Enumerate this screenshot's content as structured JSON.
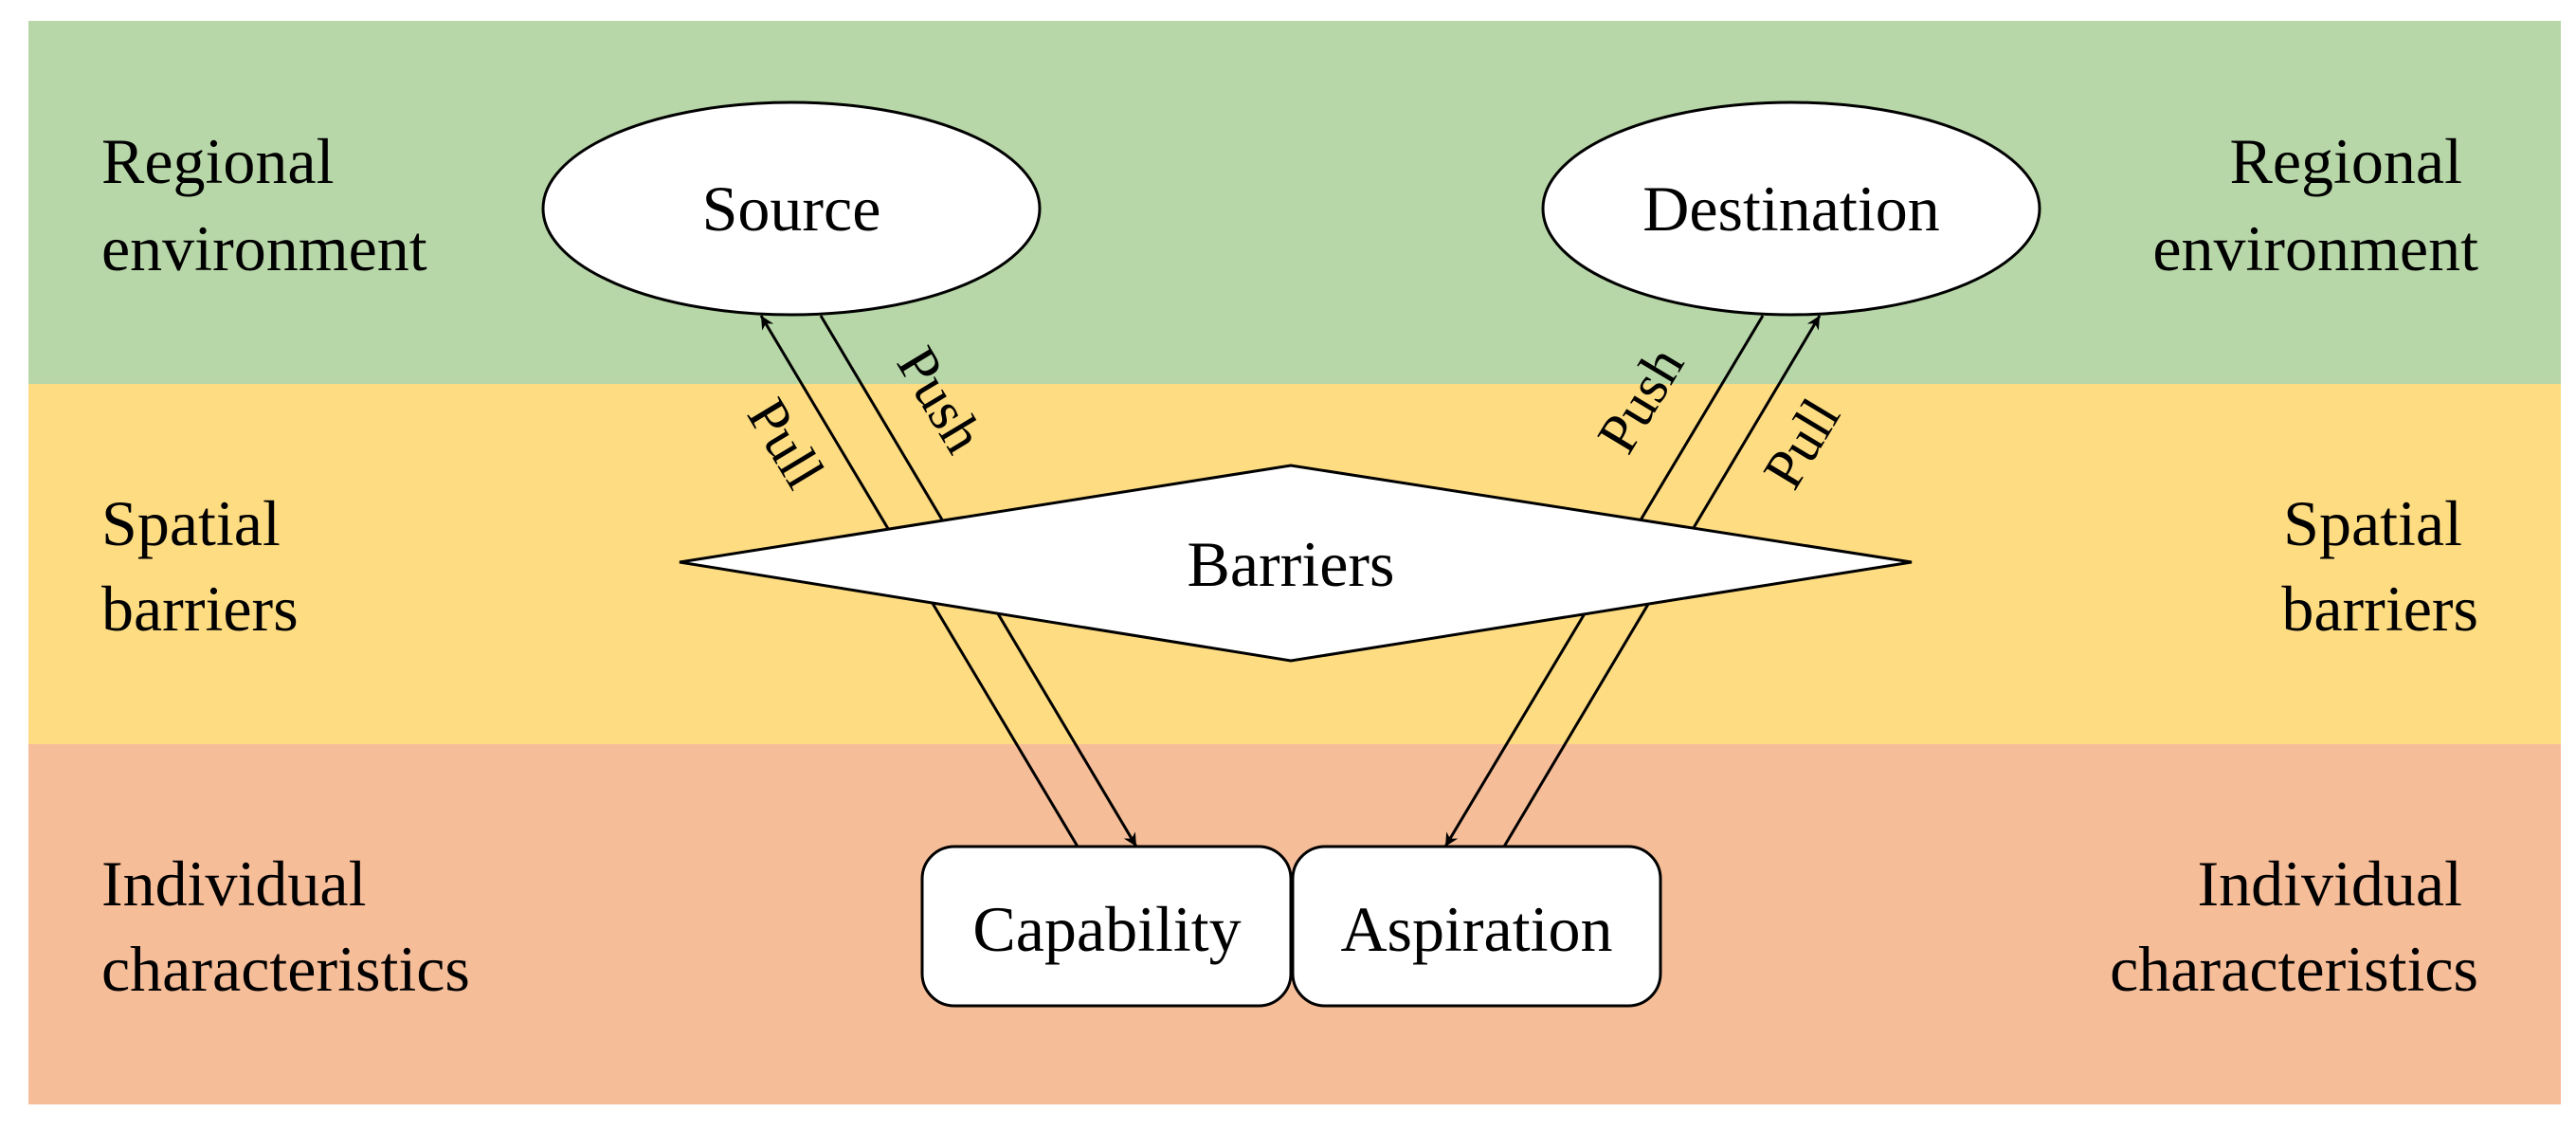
{
  "colors": {
    "band_regional": "#b8d7a8",
    "band_spatial": "#fddc82",
    "band_individual": "#f6bd99",
    "shape_fill": "#ffffff",
    "stroke": "#000000"
  },
  "bands": {
    "regional": {
      "left_label": [
        "Regional",
        "environment"
      ],
      "right_label": [
        "Regional",
        "environment"
      ]
    },
    "spatial": {
      "left_label": [
        "Spatial",
        "barriers"
      ],
      "right_label": [
        "Spatial",
        "barriers"
      ]
    },
    "individual": {
      "left_label": [
        "Individual",
        "characteristics"
      ],
      "right_label": [
        "Individual",
        "characteristics"
      ]
    }
  },
  "nodes": {
    "source": "Source",
    "destination": "Destination",
    "barriers": "Barriers",
    "capability": "Capability",
    "aspiration": "Aspiration"
  },
  "edges": {
    "source_pull": {
      "label": "Pull",
      "from": "capability",
      "to": "source"
    },
    "source_push": {
      "label": "Push",
      "from": "source",
      "to": "capability"
    },
    "destination_push": {
      "label": "Push",
      "from": "destination",
      "to": "aspiration"
    },
    "destination_pull": {
      "label": "Pull",
      "from": "aspiration",
      "to": "destination"
    }
  }
}
